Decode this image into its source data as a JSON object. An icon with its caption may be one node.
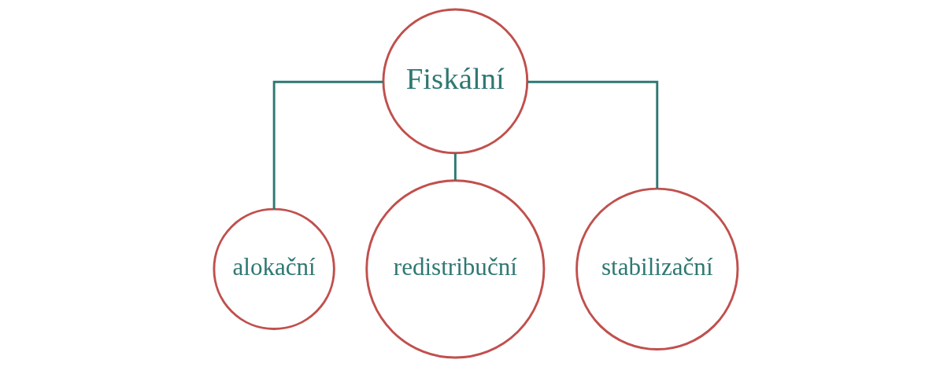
{
  "diagram": {
    "nodes": [
      {
        "text": [
          "Fiskální"
        ]
      },
      {
        "text": [
          "alokační"
        ]
      },
      {
        "text": [
          "redistribuční"
        ]
      },
      {
        "text": [
          "stabilizační"
        ]
      }
    ],
    "edges": [
      {
        "from": 0,
        "to": 1,
        "arrow": "none"
      },
      {
        "from": 0,
        "to": 2,
        "arrow": "none"
      },
      {
        "from": 0,
        "to": 3,
        "arrow": "none"
      }
    ]
  }
}
